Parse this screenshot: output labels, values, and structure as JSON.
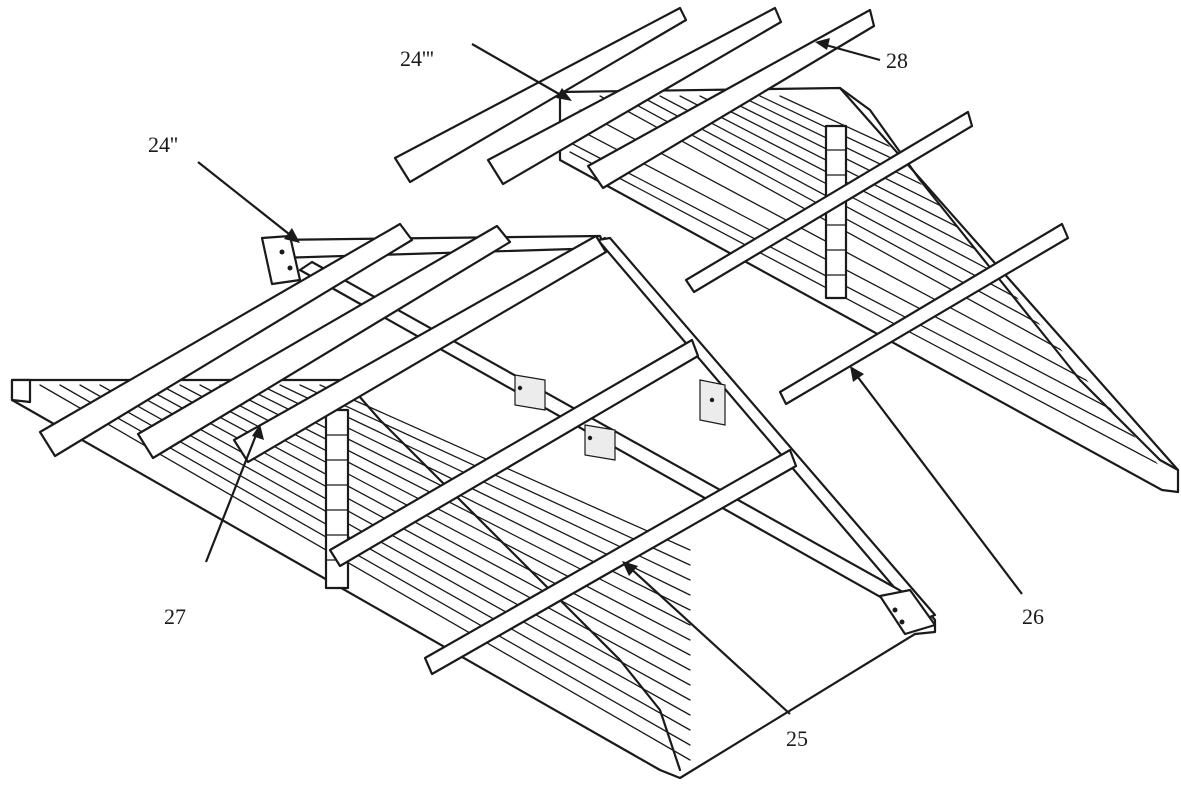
{
  "labels": {
    "l24ppp": "24'''",
    "l28": "28",
    "l24pp": "24''",
    "l27": "27",
    "l26": "26",
    "l25": "25"
  }
}
